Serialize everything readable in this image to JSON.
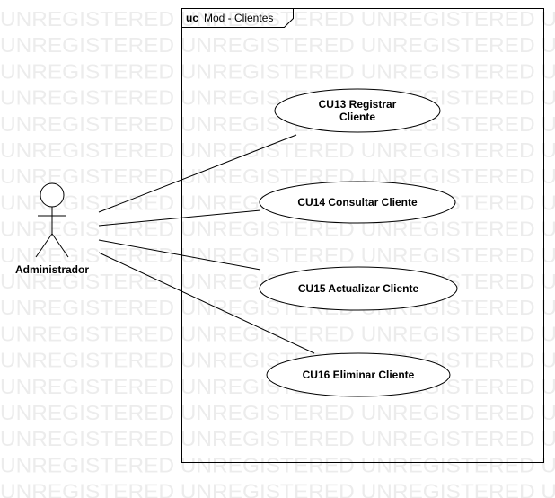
{
  "watermark": "UNREGISTERED UNREGISTERED UNREGISTERED U",
  "frame": {
    "keyword": "uc",
    "name": "Mod - Clientes"
  },
  "actor": {
    "name": "Administrador"
  },
  "use_cases": [
    {
      "id": "cu13",
      "lines": [
        "CU13 Registrar",
        "Cliente"
      ]
    },
    {
      "id": "cu14",
      "lines": [
        "CU14 Consultar Cliente"
      ]
    },
    {
      "id": "cu15",
      "lines": [
        "CU15 Actualizar Cliente"
      ]
    },
    {
      "id": "cu16",
      "lines": [
        "CU16 Eliminar Cliente"
      ]
    }
  ]
}
